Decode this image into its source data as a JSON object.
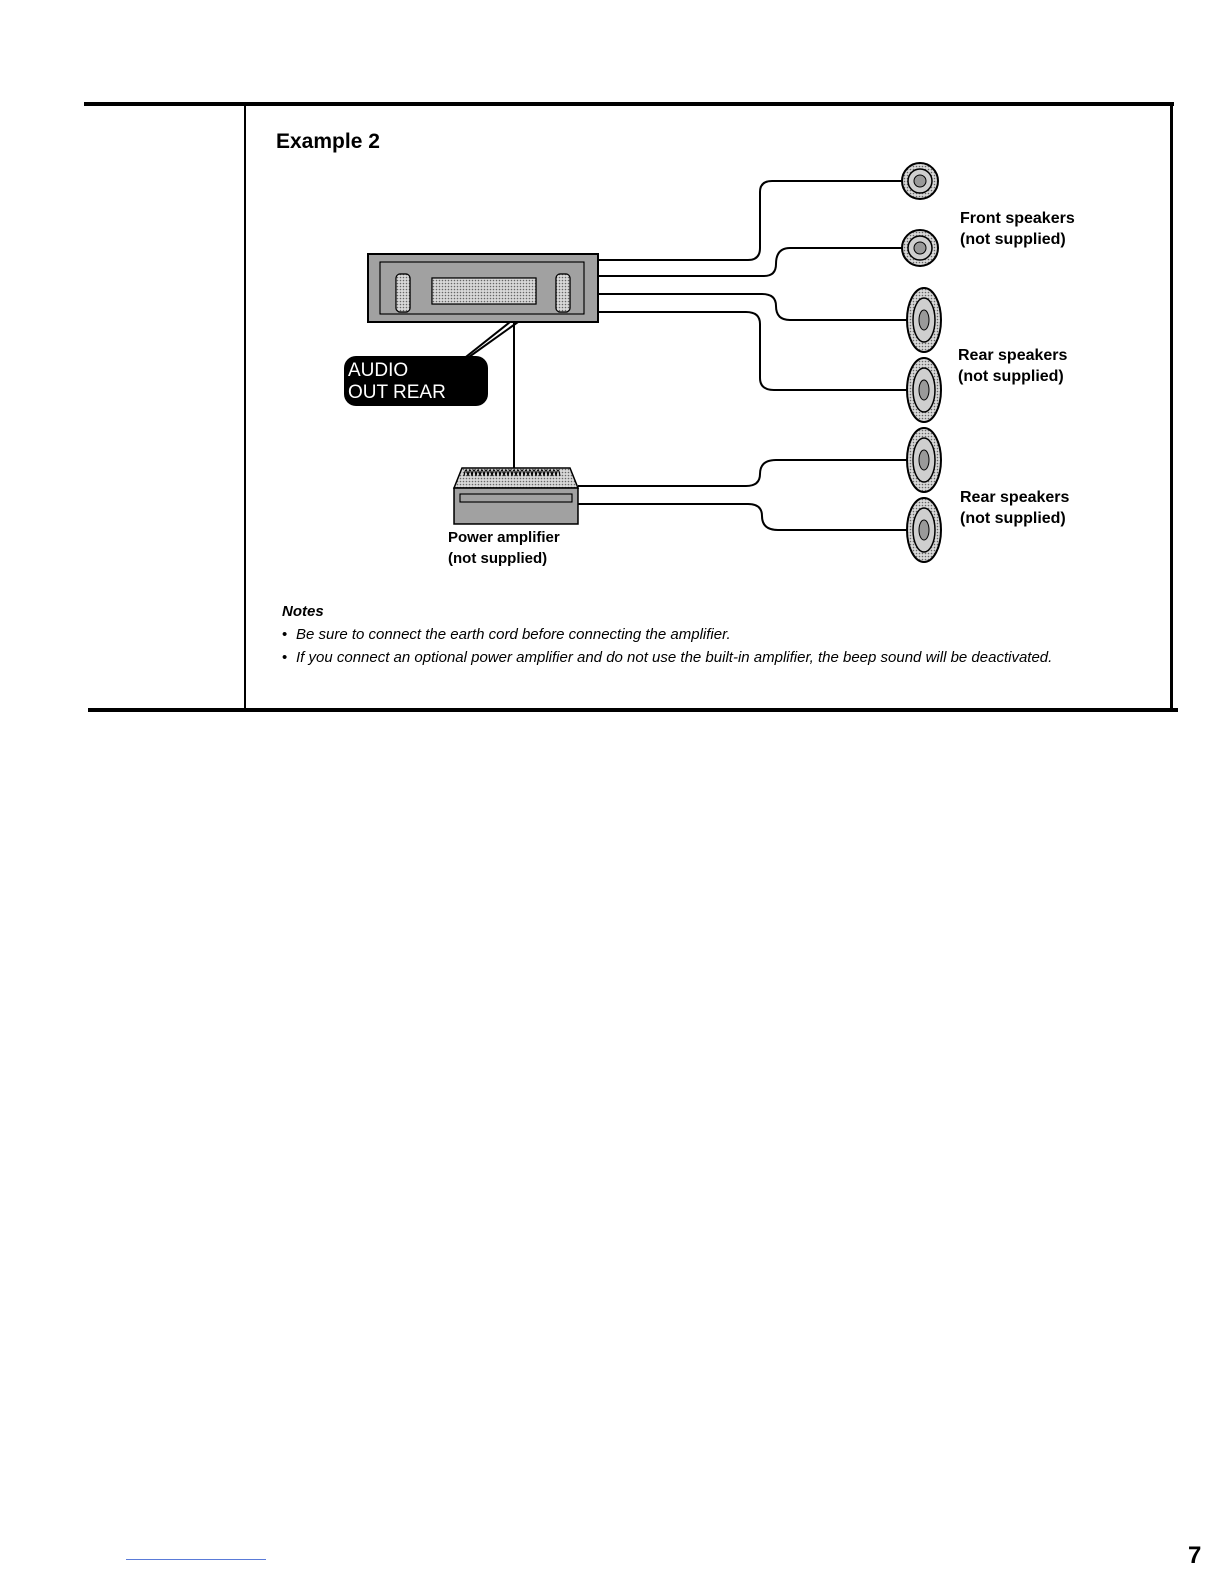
{
  "example_title": "Example 2",
  "badge": {
    "line1": "AUDIO",
    "line2": "OUT REAR"
  },
  "labels": {
    "front_speakers": {
      "line1": "Front speakers",
      "line2": "(not supplied)"
    },
    "rear_speakers_1": {
      "line1": "Rear speakers",
      "line2": "(not supplied)"
    },
    "rear_speakers_2": {
      "line1": "Rear speakers",
      "line2": "(not supplied)"
    },
    "power_amplifier": {
      "line1": "Power amplifier",
      "line2": "(not supplied)"
    }
  },
  "notes": {
    "heading": "Notes",
    "items": [
      "Be sure to connect the earth cord before connecting the amplifier.",
      "If you connect an optional power amplifier and do not use the built-in amplifier, the beep sound will be deactivated."
    ]
  },
  "page_number": "7"
}
